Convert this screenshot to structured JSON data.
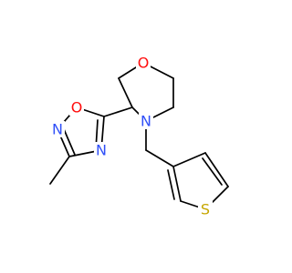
{
  "molecule": {
    "atoms": [
      {
        "id": "o_ring",
        "label": "O",
        "color": "#FF0D0D"
      },
      {
        "id": "n_morpholine",
        "label": "N",
        "color": "#3050F8"
      },
      {
        "id": "o_oxadiazole",
        "label": "O",
        "color": "#FF0D0D"
      },
      {
        "id": "n_oxadiazole_2",
        "label": "N",
        "color": "#3050F8"
      },
      {
        "id": "n_oxadiazole_4",
        "label": "N",
        "color": "#3050F8"
      },
      {
        "id": "s_thiophene",
        "label": "S",
        "color": "#C6A600"
      }
    ],
    "bond_color": "#000000",
    "background_color": "#FFFFFF"
  }
}
